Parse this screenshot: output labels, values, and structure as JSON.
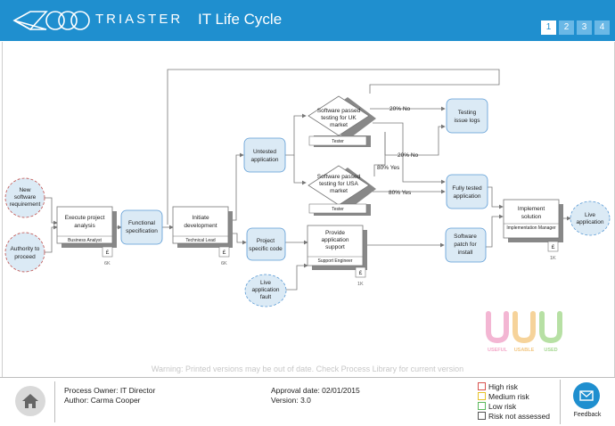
{
  "header": {
    "brand": "TRIASTER",
    "title": "IT Life Cycle",
    "pages": [
      "1",
      "2",
      "3",
      "4"
    ],
    "active_page": "1",
    "colors": {
      "header_bg": "#1f8fcf",
      "page_inactive": "#6ab8e6"
    }
  },
  "diagram": {
    "events": {
      "new_software": [
        "New",
        "software",
        "requirement"
      ],
      "authority": [
        "Authority to",
        "proceed"
      ],
      "live_fault": [
        "Live",
        "application",
        "fault"
      ],
      "live_app": [
        "Live",
        "application"
      ]
    },
    "activities": {
      "execute": {
        "lines": [
          "Execute project",
          "analysis"
        ],
        "role": "Business Analyst",
        "cost": "6K"
      },
      "initiate": {
        "lines": [
          "Initiate",
          "development"
        ],
        "role": "Technical Lead",
        "cost": "6K"
      },
      "support": {
        "lines": [
          "Provide",
          "application",
          "support"
        ],
        "role": "Support Engineer",
        "cost": "1K"
      },
      "implement": {
        "lines": [
          "Implement",
          "solution"
        ],
        "role": "Implementation Manager",
        "cost": "1K"
      }
    },
    "outputs": {
      "functional": [
        "Functional",
        "specification"
      ],
      "untested": [
        "Untested",
        "application"
      ],
      "project_code": [
        "Project",
        "specific code"
      ],
      "testing_logs": [
        "Testing",
        "issue logs"
      ],
      "fully_tested": [
        "Fully tested",
        "application"
      ],
      "patch": [
        "Software",
        "patch for",
        "install"
      ]
    },
    "decisions": {
      "uk": {
        "lines": [
          "Software passed",
          "testing for UK",
          "market"
        ],
        "role": "Tester"
      },
      "usa": {
        "lines": [
          "Software passed",
          "testing for USA",
          "market"
        ],
        "role": "Tester"
      }
    },
    "flow_labels": {
      "uk_no": "20% No",
      "usa_no": "20% No",
      "uk_yes": "80% Yes",
      "usa_yes": "80% Yes"
    },
    "cost_symbol": "£",
    "watermark": {
      "useful": "USEFUL",
      "usable": "USABLE",
      "used": "USED"
    }
  },
  "warning": "Warning: Printed versions may be out of date. Check Process Library for current version",
  "footer": {
    "owner": "Process Owner: IT Director",
    "author": "Author: Carma Cooper",
    "approval": "Approval date: 02/01/2015",
    "version": "Version: 3.0",
    "legend": [
      {
        "label": "High risk",
        "color": "#d9534f"
      },
      {
        "label": "Medium risk",
        "color": "#e6c229"
      },
      {
        "label": "Low risk",
        "color": "#5cb85c"
      },
      {
        "label": "Risk not assessed",
        "color": "#555555"
      }
    ],
    "feedback": "Feedback"
  }
}
